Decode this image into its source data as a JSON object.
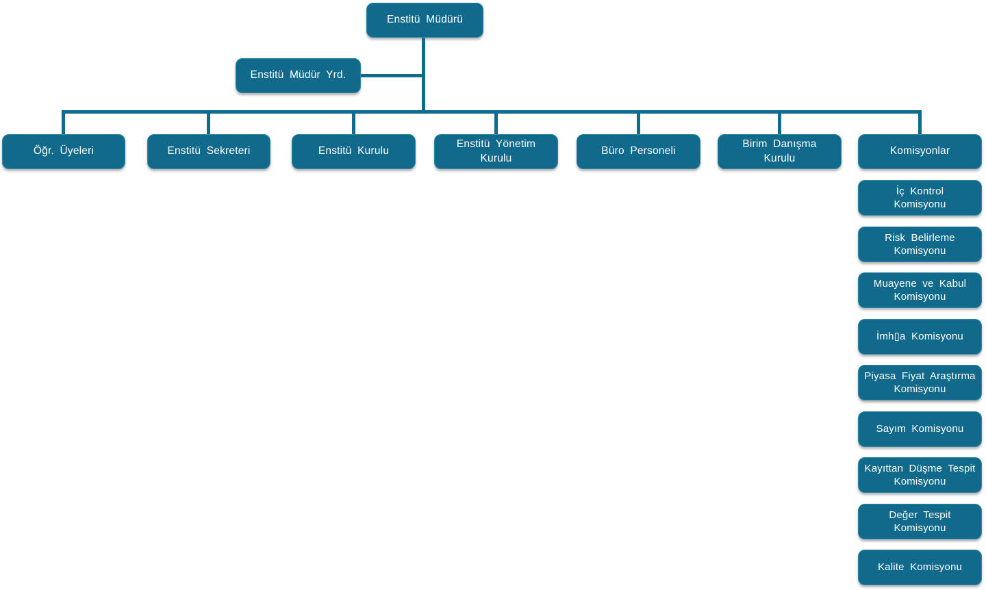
{
  "colors": {
    "box_fill": "#116a8c",
    "box_edge": "#2e86a3",
    "connector": "#0f6a8e",
    "text": "#ffffff",
    "background": "#ffffff"
  },
  "org_chart": {
    "root": {
      "label": "Enstitü Müdürü"
    },
    "deputy": {
      "label": "Enstitü Müdür Yrd."
    },
    "departments": [
      {
        "label": "Öğr. Üyeleri"
      },
      {
        "label": "Enstitü Sekreteri"
      },
      {
        "label": "Enstitü Kurulu"
      },
      {
        "label": "Enstitü Yönetim\nKurulu"
      },
      {
        "label": "Büro Personeli"
      },
      {
        "label": "Birim Danışma\nKurulu"
      },
      {
        "label": "Komisyonlar"
      }
    ],
    "commissions": [
      {
        "label": "İç Kontrol\nKomisyonu"
      },
      {
        "label": "Risk Belirleme\nKomisyonu"
      },
      {
        "label": "Muayene ve Kabul\nKomisyonu"
      },
      {
        "label": "İmh▯a Komisyonu"
      },
      {
        "label": "Piyasa Fiyat Araştırma\nKomisyonu"
      },
      {
        "label": "Sayım Komisyonu"
      },
      {
        "label": "Kayıttan Düşme Tespit\nKomisyonu"
      },
      {
        "label": "Değer Tespit Komisyonu"
      },
      {
        "label": "Kalite Komisyonu"
      }
    ]
  }
}
